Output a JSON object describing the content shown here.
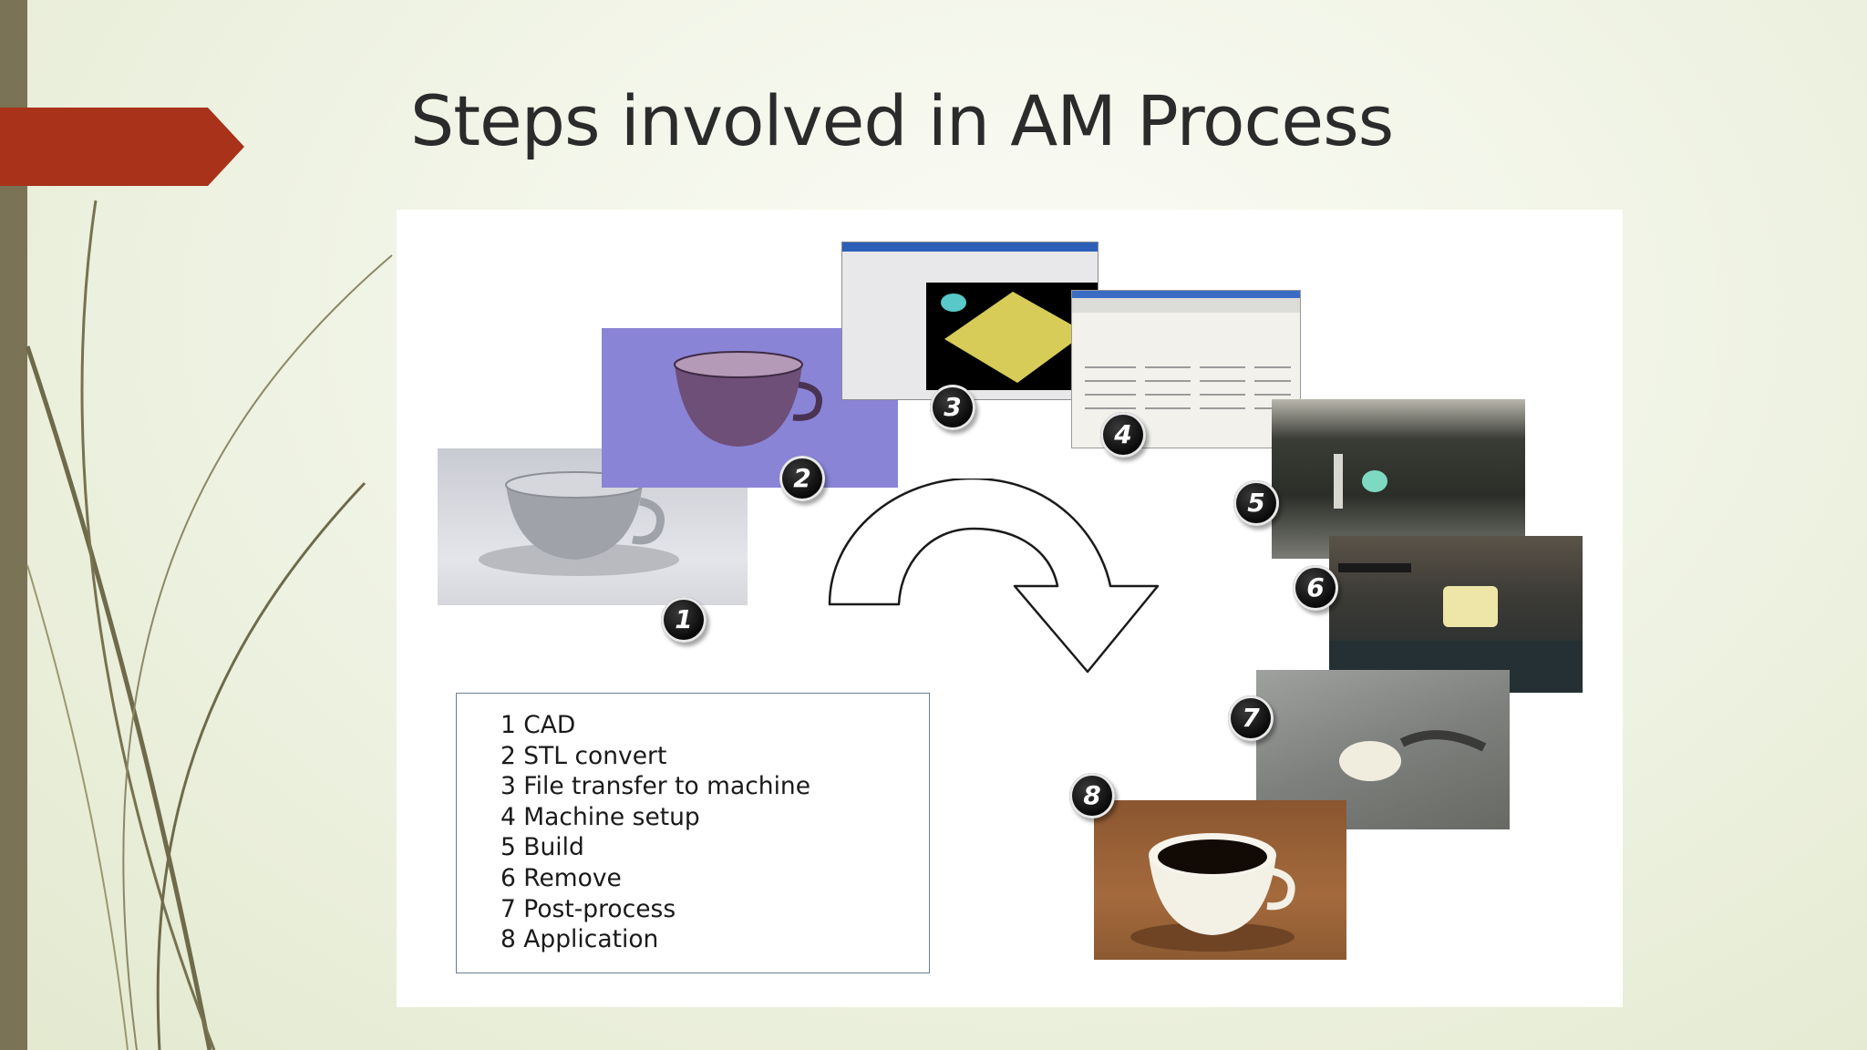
{
  "slide": {
    "title": "Steps involved in AM Process",
    "accent_color": "#a8321a",
    "sidebar_color": "#7a7355"
  },
  "diagram": {
    "badges": [
      "1",
      "2",
      "3",
      "4",
      "5",
      "6",
      "7",
      "8"
    ],
    "legend": [
      "1 CAD",
      "2 STL convert",
      "3 File transfer to machine",
      "4 Machine setup",
      "5 Build",
      "6 Remove",
      "7 Post-process",
      "8 Application"
    ]
  }
}
